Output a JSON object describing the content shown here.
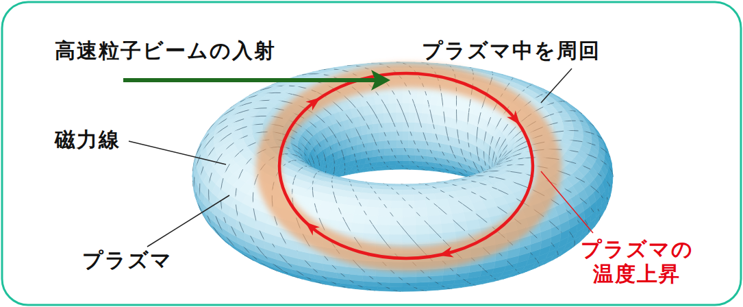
{
  "diagram": {
    "labels": [
      "高速粒子ビームの入射",
      "プラズマ中を周回",
      "磁力線",
      "プラズマ",
      "プラズマの 温度上昇"
    ]
  }
}
